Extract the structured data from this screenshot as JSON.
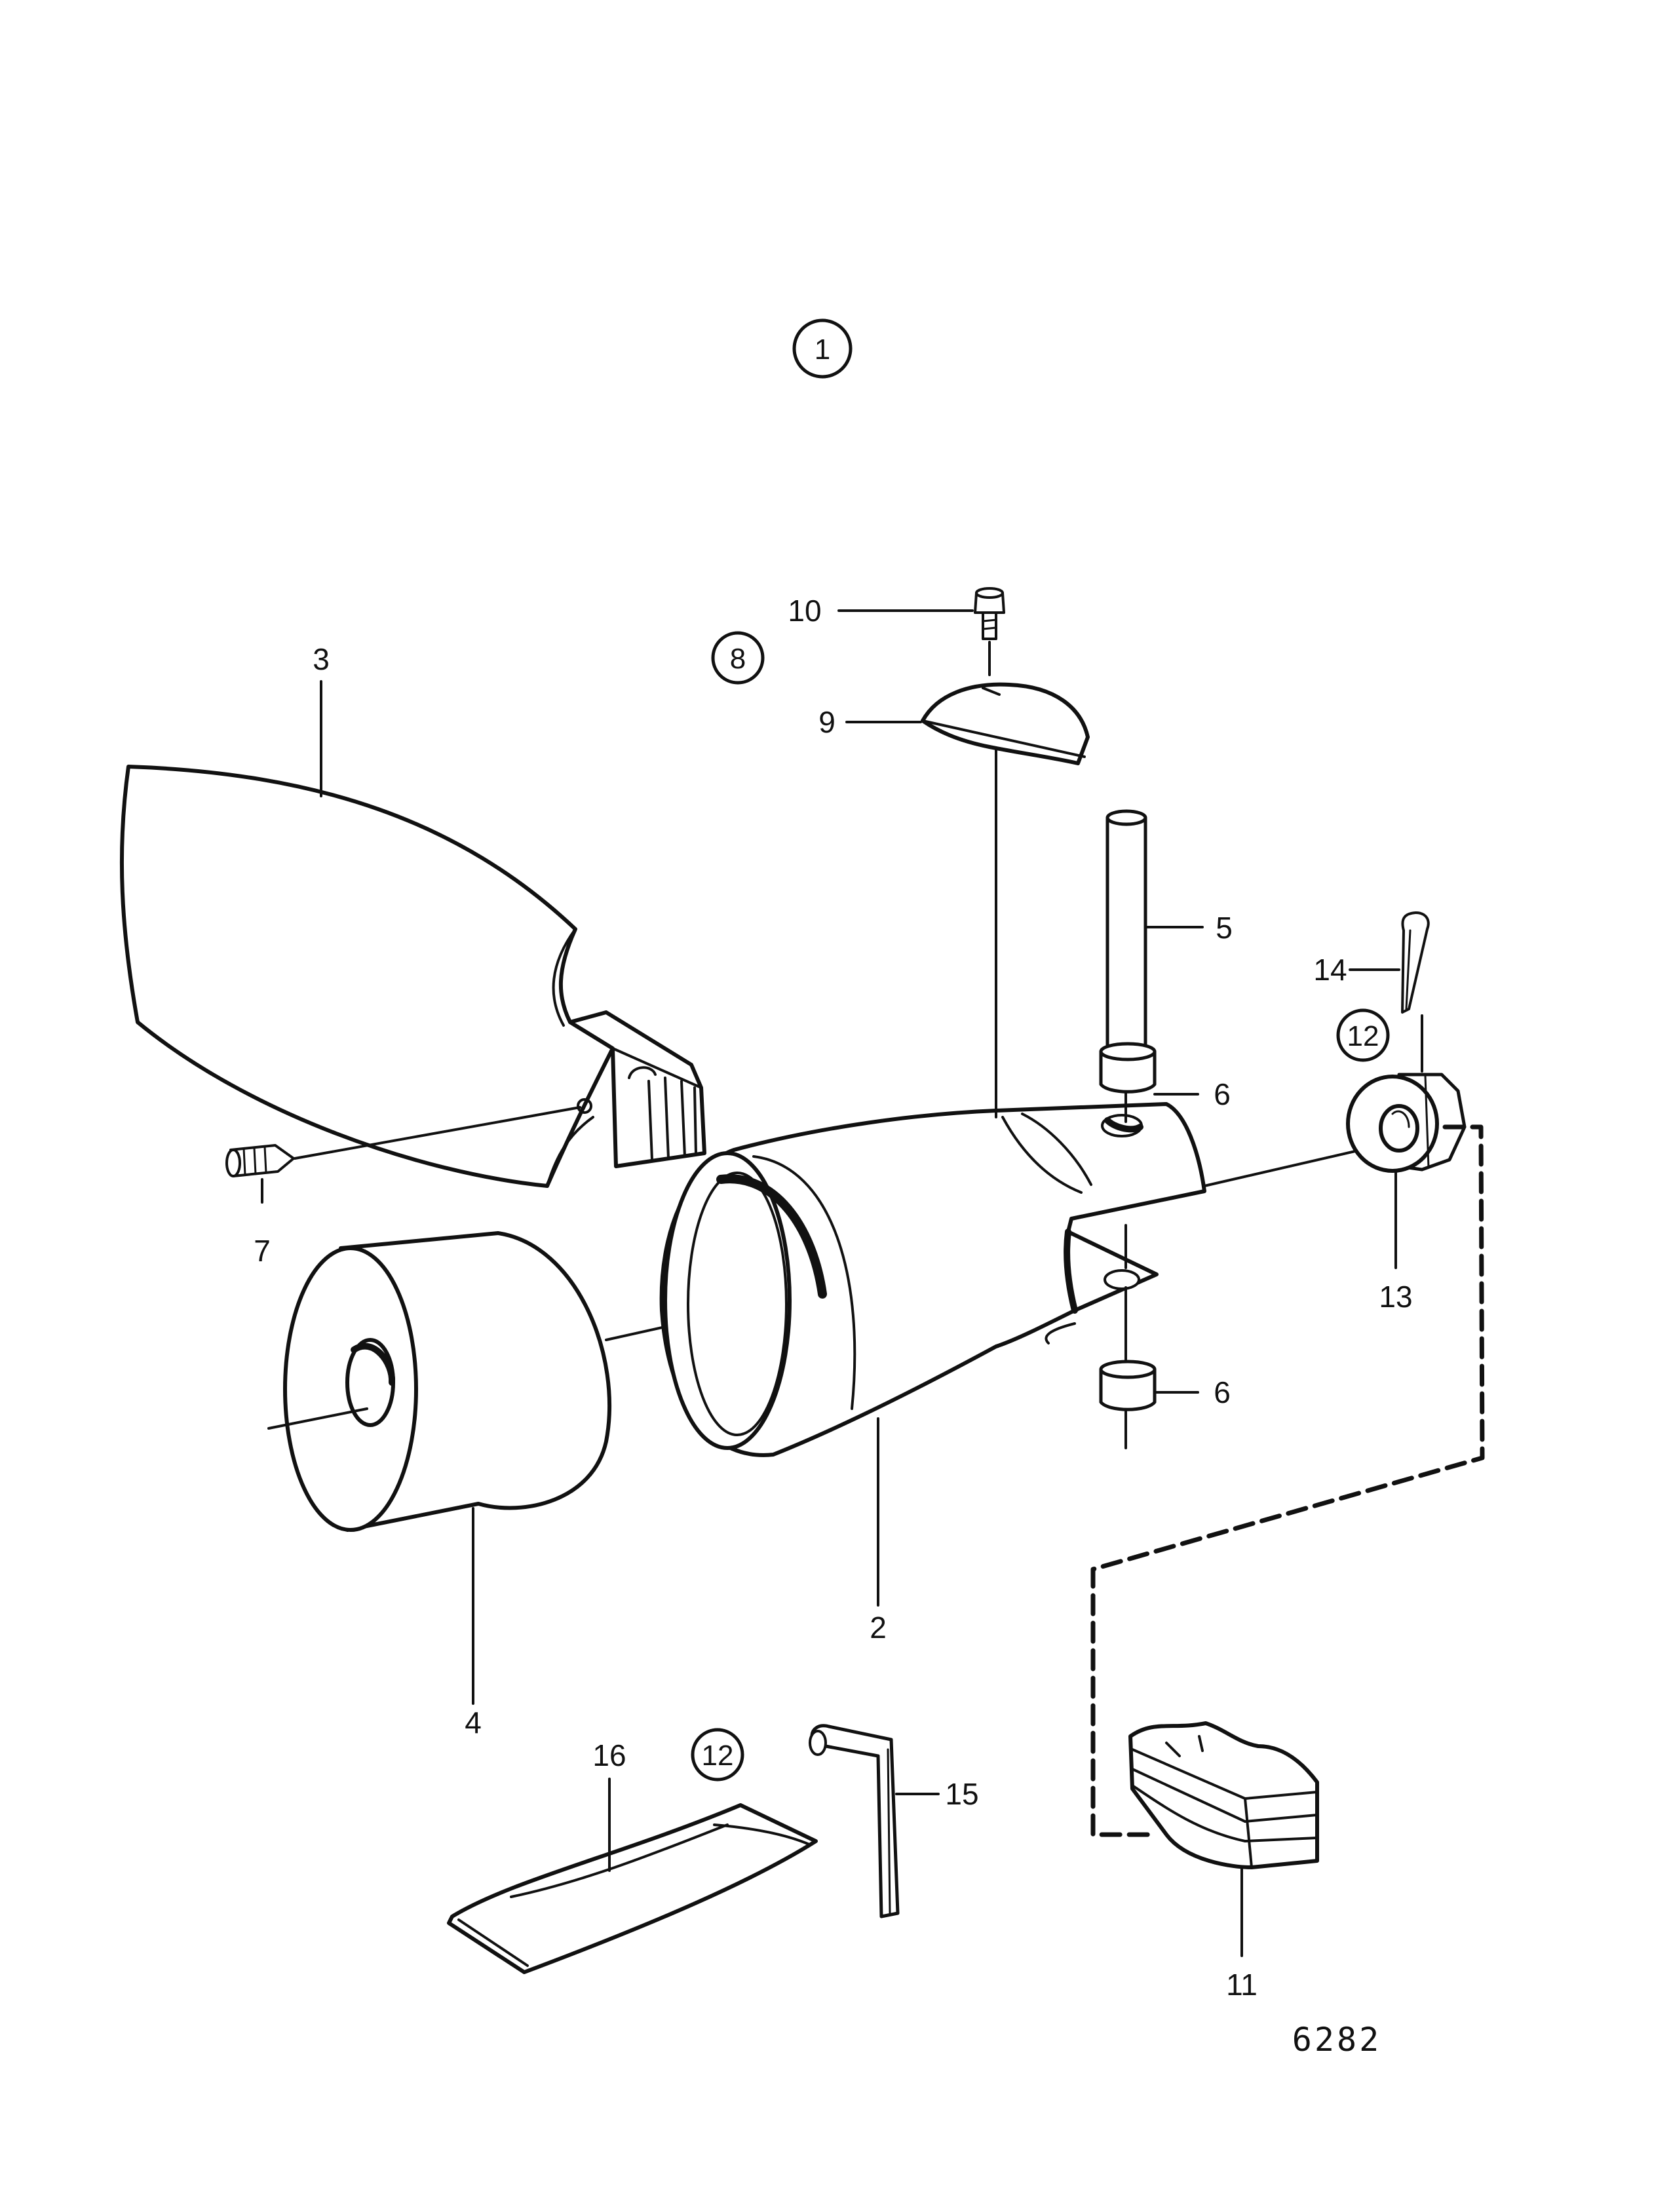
{
  "callouts": {
    "c1": "1",
    "c8": "8",
    "c12a": "12",
    "c12b": "12"
  },
  "labels": {
    "p2": "2",
    "p3": "3",
    "p4": "4",
    "p5": "5",
    "p6a": "6",
    "p6b": "6",
    "p7": "7",
    "p9": "9",
    "p10": "10",
    "p11": "11",
    "p13": "13",
    "p14": "14",
    "p15": "15",
    "p16": "16"
  },
  "figure_ref": "6282",
  "colors": {
    "ink": "#111111",
    "paper": "#ffffff"
  }
}
